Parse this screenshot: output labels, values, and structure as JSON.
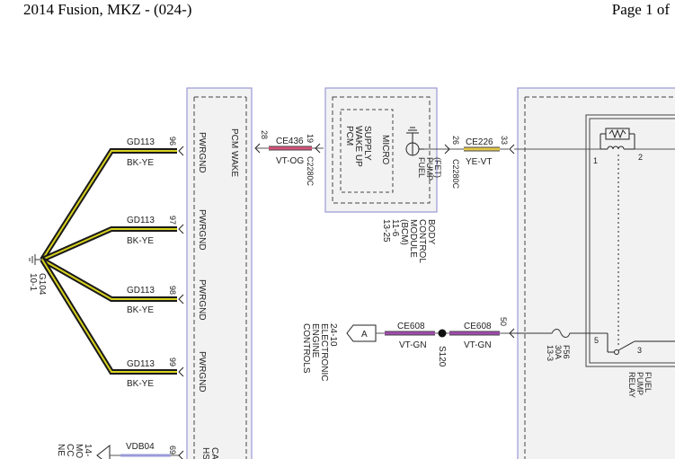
{
  "header": {
    "title": "2014 Fusion, MKZ - (024-)",
    "page": "Page 1 of"
  },
  "colors": {
    "module_border": "#9a9ad8",
    "module_fill": "#f2f2f2",
    "bk_ye": "#d8d21e",
    "vt_og": "#d9537a",
    "ye_vt": "#e3c84a",
    "vt_gn": "#a24ab0"
  },
  "ground": {
    "ref": "G104",
    "page": "10-1"
  },
  "ground_wires": [
    {
      "circuit": "GD113",
      "color": "BK-YE",
      "pin": "96",
      "label": "PWRGND"
    },
    {
      "circuit": "GD113",
      "color": "BK-YE",
      "pin": "97",
      "label": "PWRGND"
    },
    {
      "circuit": "GD113",
      "color": "BK-YE",
      "pin": "98",
      "label": "PWRGND"
    },
    {
      "circuit": "GD113",
      "color": "BK-YE",
      "pin": "99",
      "label": "PWRGND"
    }
  ],
  "pcm": {
    "wake_label": "PCM WAKE",
    "connector": "C2280C",
    "pin": "28"
  },
  "pcm_wake_wire": {
    "circuit": "CE436",
    "color": "VT-OG",
    "pin_right": "19"
  },
  "bcm": {
    "supply_label": [
      "PCM",
      "WAKE UP",
      "SUPPLY"
    ],
    "micro_label": "MICRO",
    "fuel_label": [
      "FUEL",
      "PUMP",
      "(FET)"
    ],
    "name": [
      "BODY",
      "CONTROL",
      "MODULE",
      "(BCM)",
      "11-6",
      "13-25"
    ],
    "right_connector": "C2280C",
    "right_pin": "26"
  },
  "fuel_wire": {
    "circuit": "CE226",
    "color": "YE-VT",
    "pin": "33"
  },
  "relay_box": {
    "terminals": [
      "1",
      "2",
      "3",
      "5"
    ],
    "name": [
      "FUEL",
      "PUMP",
      "RELAY"
    ]
  },
  "ec_connector": {
    "letter": "A",
    "page": "24-10",
    "label": [
      "ELECTRONIC",
      "ENGINE",
      "CONTROLS"
    ]
  },
  "ce608_left": {
    "circuit": "CE608",
    "color": "VT-GN"
  },
  "ce608_right": {
    "circuit": "CE608",
    "color": "VT-GN",
    "pin": "50"
  },
  "splice": {
    "name": "S120"
  },
  "fuse": {
    "id": "F56",
    "rating": "30A",
    "page": "13-3"
  },
  "bottom_wire": {
    "circuit": "VDB04",
    "pin": "69",
    "left_ref": "14-",
    "left_text": [
      "MO",
      "CC",
      "NE"
    ],
    "right_text": [
      "HS",
      "CA"
    ]
  }
}
